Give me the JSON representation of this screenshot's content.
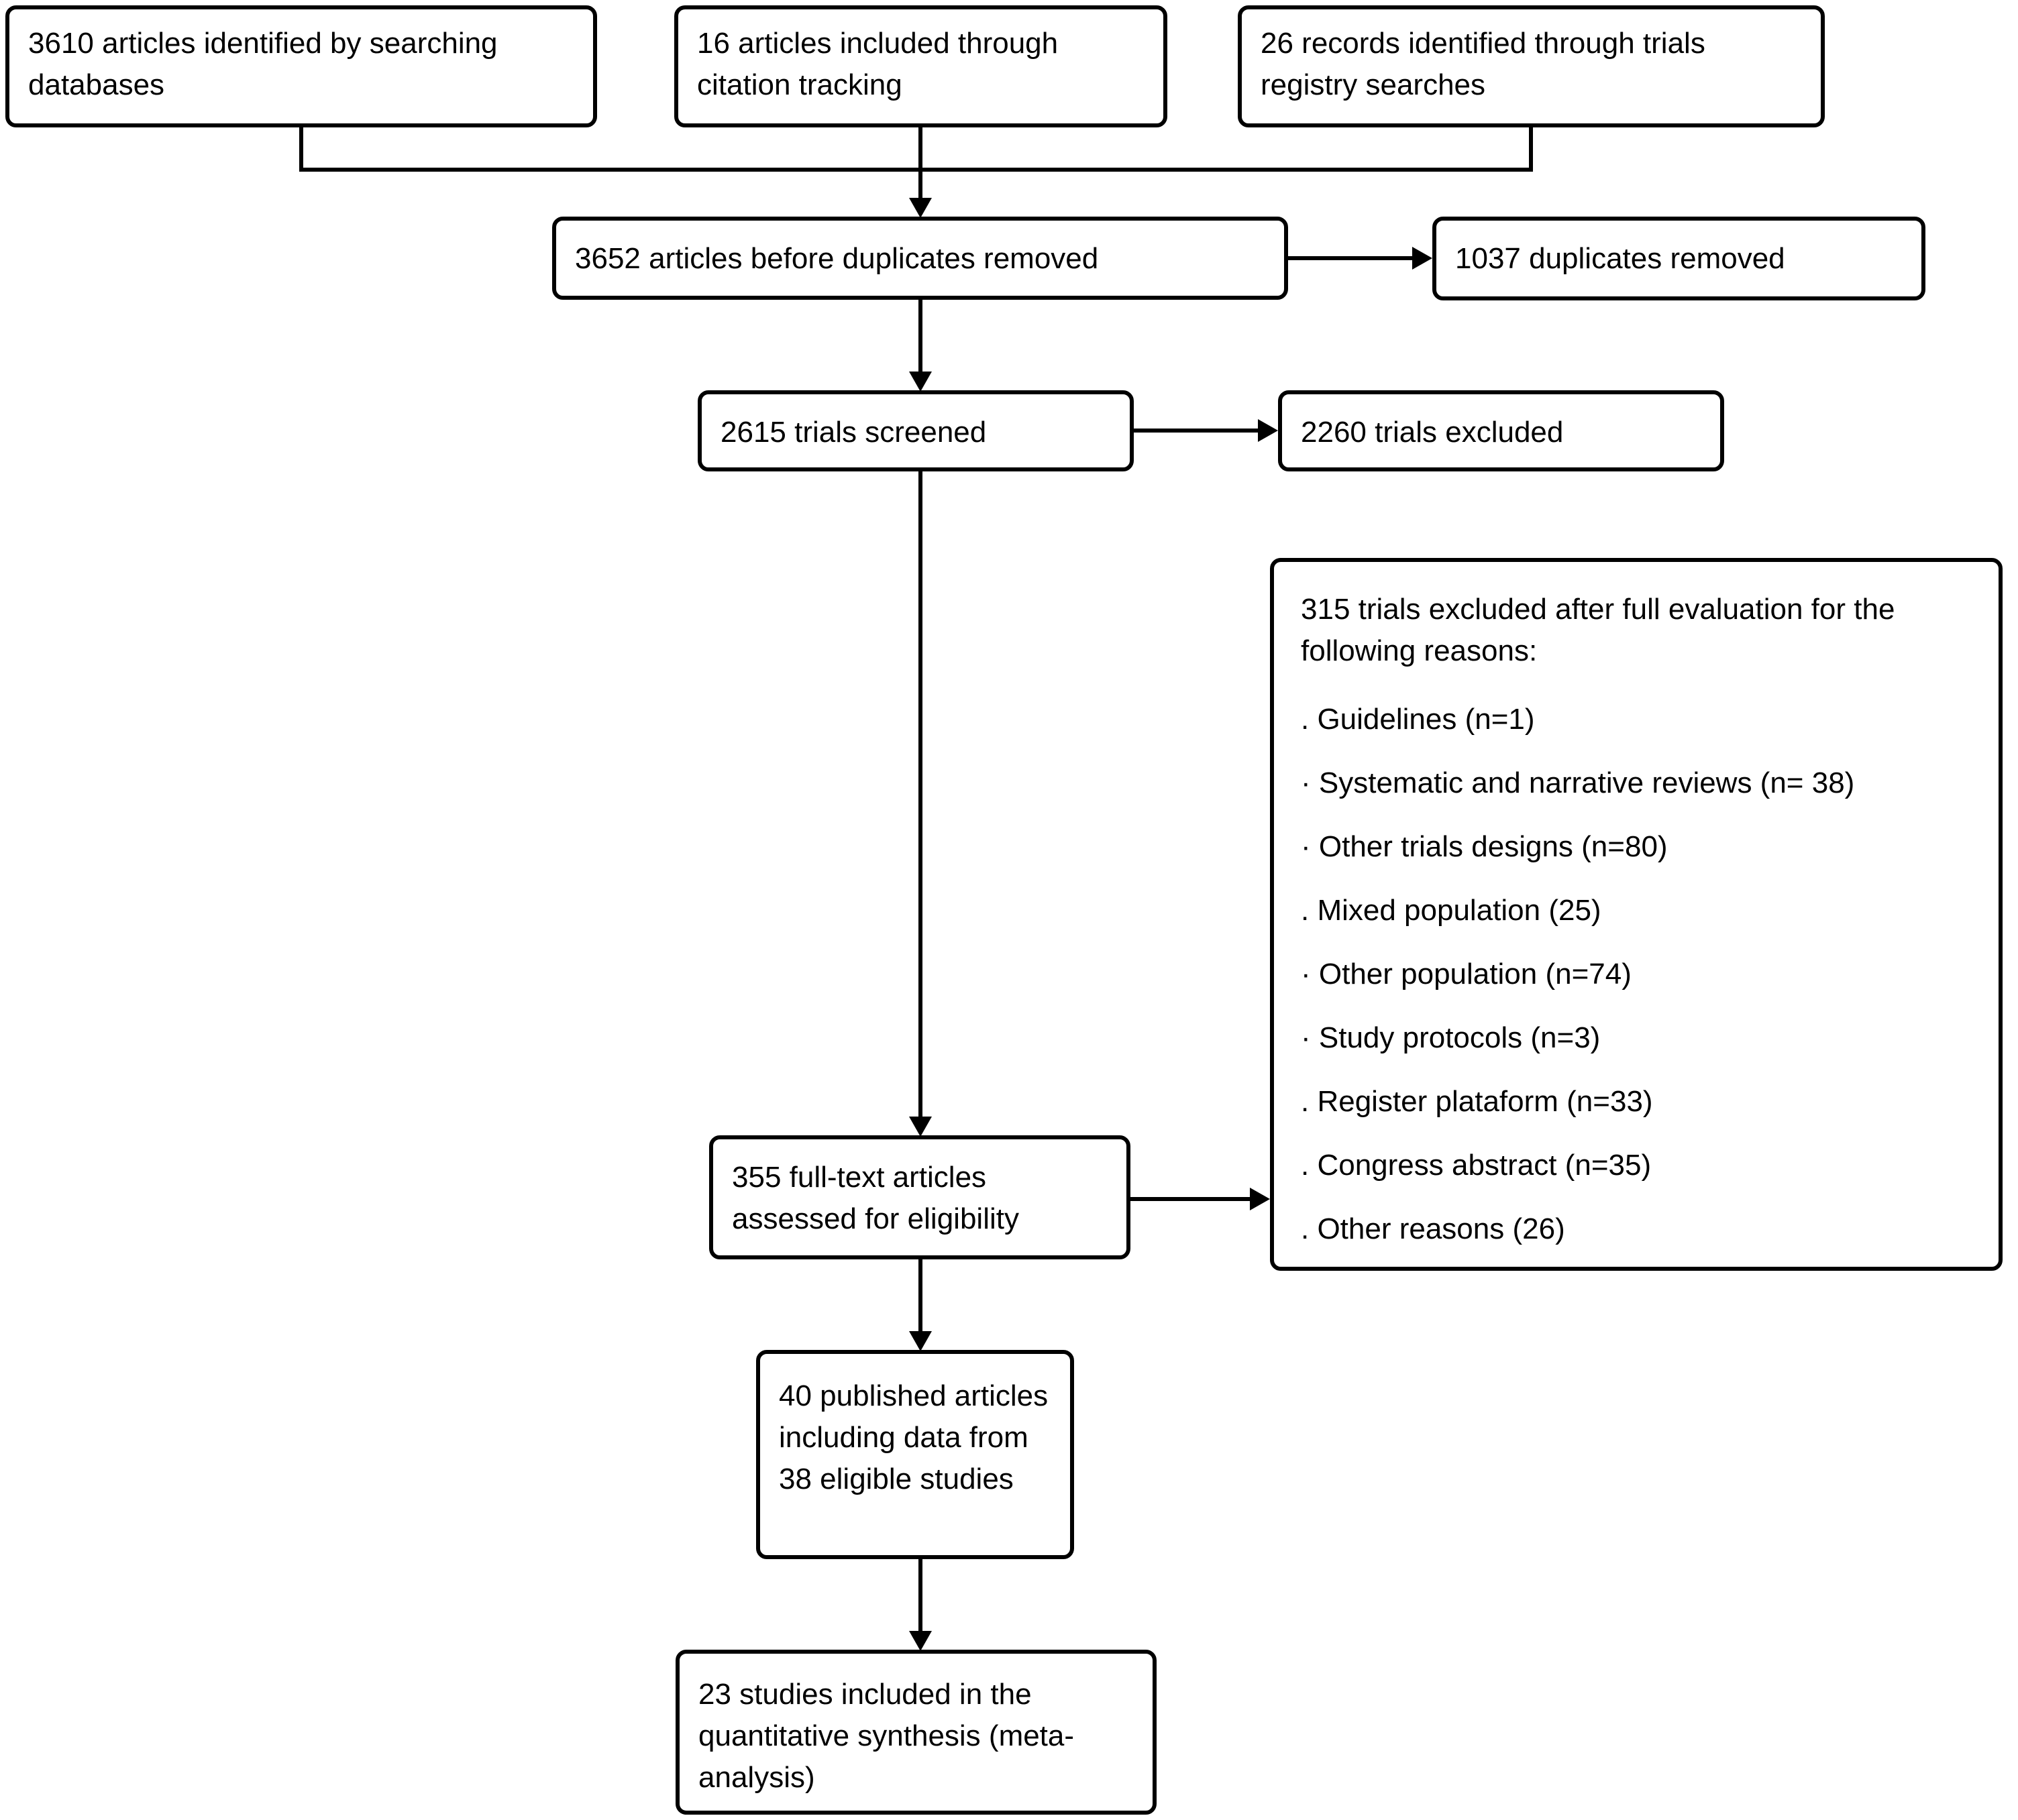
{
  "boxes": {
    "identified_databases": "3610 articles identified by searching databases",
    "citation_tracking": "16 articles included through citation tracking",
    "registry_searches": "26 records identified through trials registry searches",
    "before_duplicates": "3652 articles before duplicates removed",
    "duplicates_removed": "1037 duplicates removed",
    "screened": "2615 trials screened",
    "excluded_screening": "2260 trials excluded",
    "fulltext_assessed": "355 full-text articles assessed for eligibility",
    "exclusion_reasons": {
      "header": "315 trials excluded after full evaluation for the following reasons:",
      "items": [
        ". Guidelines (n=1)",
        "· Systematic and narrative reviews (n= 38)",
        "· Other trials designs (n=80)",
        ". Mixed population (25)",
        "· Other population (n=74)",
        "· Study protocols (n=3)",
        ". Register plataform (n=33)",
        ". Congress abstract (n=35)",
        ". Other reasons (26)"
      ]
    },
    "published_articles": "40 published articles including data from 38 eligible studies",
    "quantitative_synthesis": "23 studies included in the quantitative synthesis (meta-analysis)"
  },
  "colors": {
    "line": "#000000",
    "box_background": "#ffffff",
    "text": "#000000"
  }
}
